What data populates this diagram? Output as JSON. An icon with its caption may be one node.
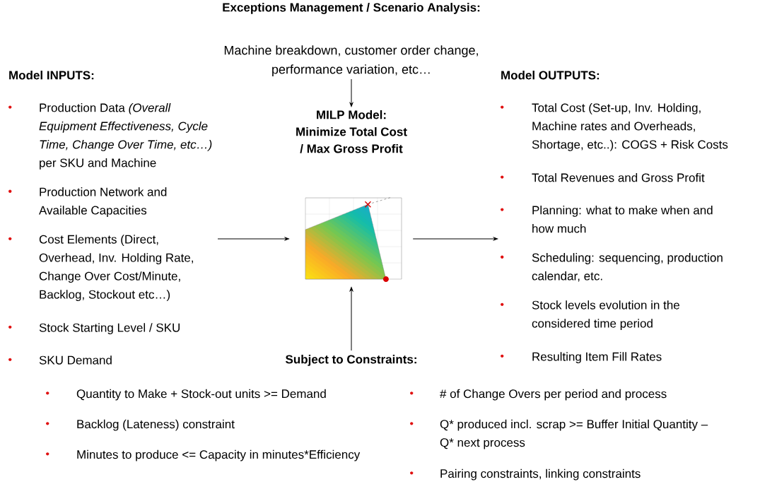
{
  "diagram": {
    "nodes": [
      {
        "text": [
          "Model INPUTS:",
          "Production Data *(Overall Equipment Effectiveness, Cycle Time, Change Over Time, etc…)* per SKU and Machine",
          "Production Network and Available Capacities",
          "Cost Elements (Direct, Overhead, Inv. Holding Rate, Change Over Cost/Minute, Backlog, Stockout etc…)",
          "Stock Starting Level / SKU",
          "SKU Demand"
        ]
      },
      {
        "text": [
          "Exceptions Management / Scenario Analysis:",
          "Machine breakdown, customer order change, performance variation, etc…"
        ]
      },
      {
        "text": [
          "MILP Model: Minimize Total Cost / Max Gross Profit"
        ]
      },
      {
        "text": [],
        "shape": "picture"
      },
      {
        "text": [
          "Model OUTPUTS:",
          "Total Cost (Set-up, Inv. Holding, Machine rates and Overheads, Shortage, etc..): COGS + Risk Costs",
          "Total Revenues and Gross Profit",
          "Planning: what to make when and how much",
          "Scheduling: sequencing, production calendar, etc.",
          "Stock levels evolution in the considered time period",
          "Resulting Item Fill Rates"
        ]
      },
      {
        "text": [
          "Subject to Constraints:",
          "Quantity to Make + Stock-out units >= Demand",
          "Backlog (Lateness) constraint",
          "Minutes to produce <= Capacity in minutes*Efficiency",
          "# of Change Overs per period and process",
          "Q* produced incl. scrap >= Buffer Initial Quantity – Q* next process",
          "Pairing constraints, linking constraints"
        ]
      }
    ],
    "edges": [
      {
        "from": 1,
        "to": 2,
        "arrow": "to"
      },
      {
        "from": 0,
        "to": 3,
        "arrow": "to"
      },
      {
        "from": 3,
        "to": 4,
        "arrow": "to"
      },
      {
        "from": 5,
        "to": 3,
        "arrow": "to"
      }
    ]
  }
}
